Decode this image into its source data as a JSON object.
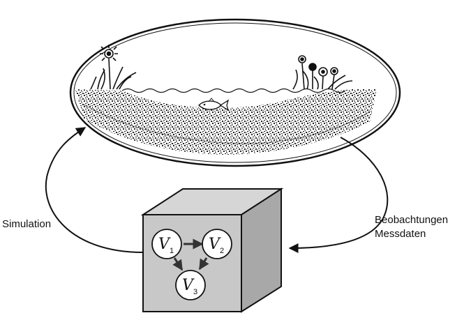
{
  "labels": {
    "left": "Simulation",
    "right_line1": "Beobachtungen",
    "right_line2": "Messdaten"
  },
  "model": {
    "nodes": [
      {
        "symbol": "V",
        "subscript": "1"
      },
      {
        "symbol": "V",
        "subscript": "2"
      },
      {
        "symbol": "V",
        "subscript": "3"
      }
    ]
  }
}
